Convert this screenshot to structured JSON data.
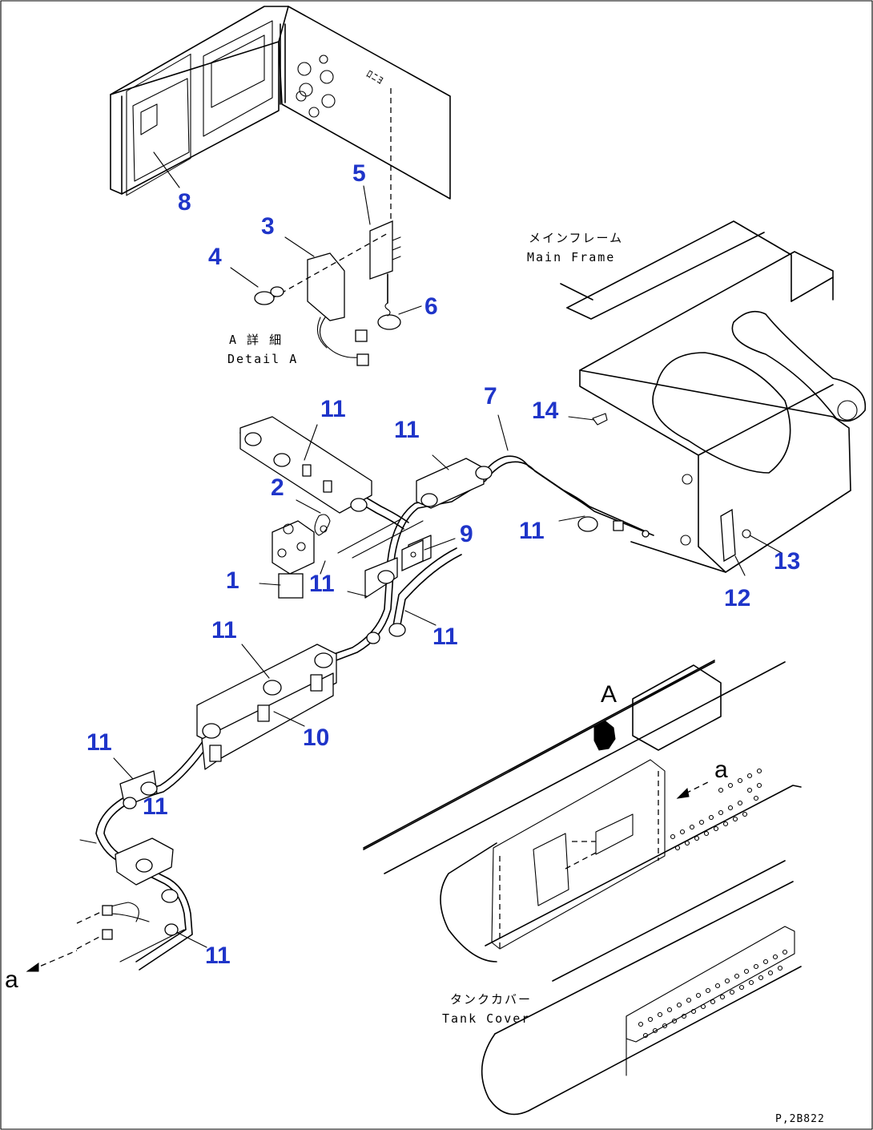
{
  "callouts": {
    "c1": "1",
    "c2": "2",
    "c3": "3",
    "c4": "4",
    "c5": "5",
    "c6": "6",
    "c7": "7",
    "c8": "8",
    "c9": "9",
    "c10": "10",
    "c12": "12",
    "c13": "13",
    "c14": "14",
    "c11": "11"
  },
  "labels": {
    "main_frame_jp": "メインフレーム",
    "main_frame_en": "Main Frame",
    "detail_jp": "A 詳 細",
    "detail_en": "Detail A",
    "tank_cover_jp": "タンクカバー",
    "tank_cover_en": "Tank Cover",
    "view_a": "A",
    "arrow_a": "a",
    "reference": "P,2B822"
  },
  "colors": {
    "callout": "#1f35c9",
    "line": "#000000",
    "background": "#ffffff"
  }
}
